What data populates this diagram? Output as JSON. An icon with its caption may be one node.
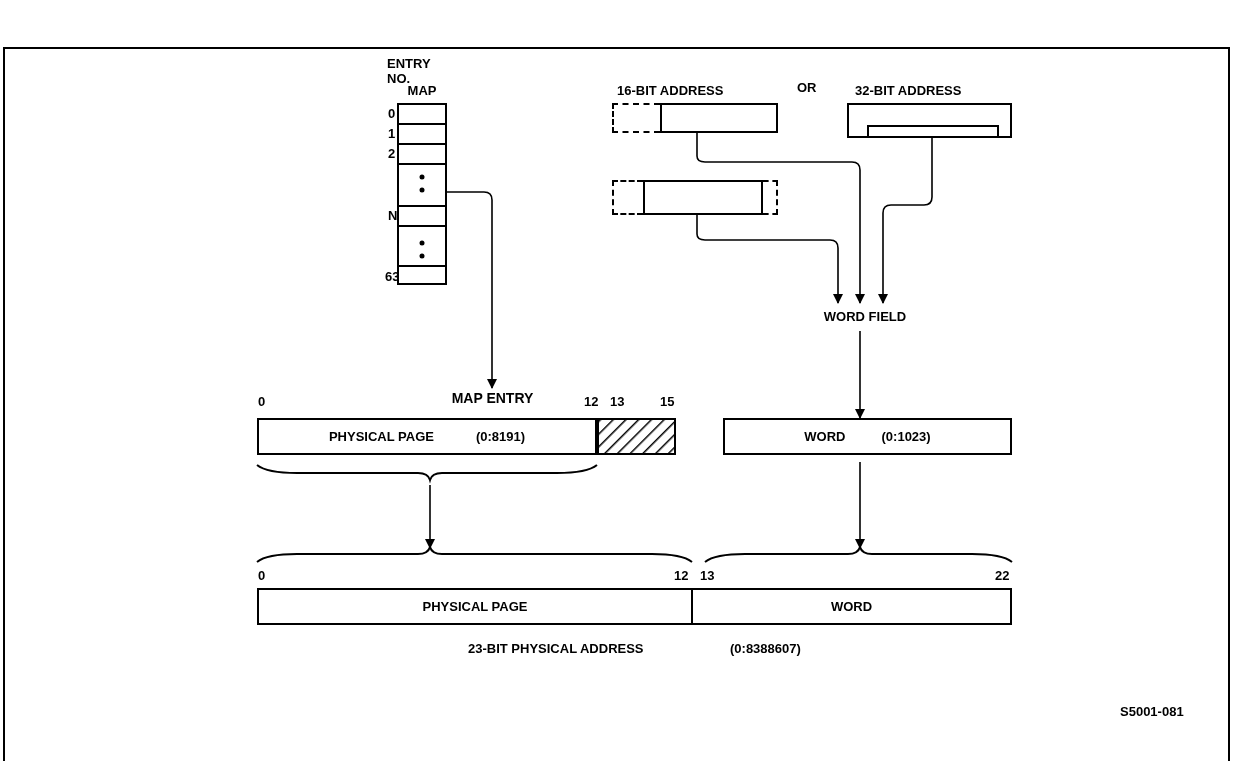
{
  "diagram": {
    "nodes": [
      {
        "text": [
          "MAP"
        ]
      },
      {
        "text": [
          "16-BIT ADDRESS"
        ]
      },
      {
        "text": [
          "32-BIT ADDRESS"
        ]
      },
      {
        "text": [],
        "shape": "box"
      },
      {
        "text": [
          "WORD FIELD"
        ]
      },
      {
        "text": [
          "MAP ENTRY"
        ]
      },
      {
        "text": [
          "PHYSICAL PAGE",
          "(0:8191)"
        ]
      },
      {
        "text": [],
        "shape": "box"
      },
      {
        "text": [
          "WORD",
          "(0:1023)"
        ]
      },
      {
        "text": [
          "PHYSICAL PAGE"
        ]
      },
      {
        "text": [
          "WORD"
        ]
      }
    ],
    "edges": [
      {
        "from": 0,
        "to": 5,
        "arrow": "to"
      },
      {
        "from": 1,
        "to": 4,
        "arrow": "to"
      },
      {
        "from": 3,
        "to": 4,
        "arrow": "to"
      },
      {
        "from": 2,
        "to": 4,
        "arrow": "to"
      },
      {
        "from": 4,
        "to": 8,
        "arrow": "to"
      },
      {
        "from": 6,
        "to": 9,
        "arrow": "to"
      },
      {
        "from": 8,
        "to": 10,
        "arrow": "to"
      }
    ],
    "labels": [
      "ENTRY NO.",
      "0",
      "1",
      "2",
      "N",
      "63",
      "OR",
      "0",
      "12",
      "13",
      "15",
      "0",
      "12",
      "13",
      "22",
      "23-BIT PHYSICAL ADDRESS",
      "(0:8388607)",
      "S5001-081"
    ]
  }
}
